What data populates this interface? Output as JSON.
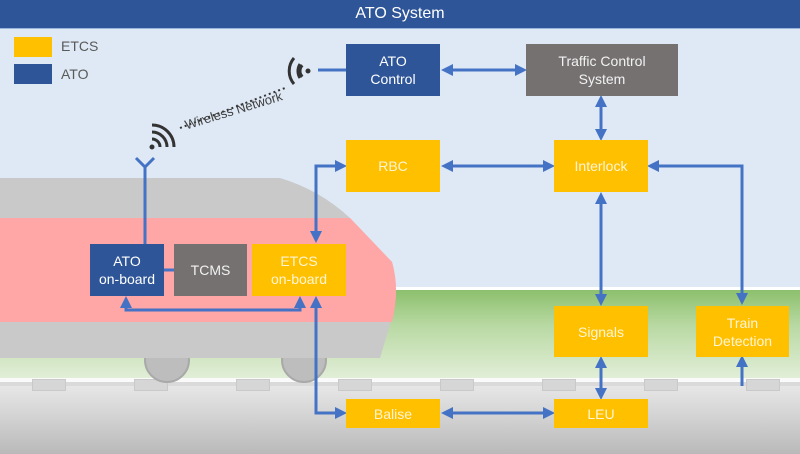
{
  "title": "ATO System",
  "legend": [
    {
      "label": "ETCS",
      "color": "#ffc000"
    },
    {
      "label": "ATO",
      "color": "#2e5597"
    }
  ],
  "wireless_label": "Wireless Network",
  "nodes": {
    "ato_control": {
      "label": "ATO\nControl",
      "category": "ATO"
    },
    "traffic_control": {
      "label": "Traffic Control\nSystem",
      "category": "other"
    },
    "rbc": {
      "label": "RBC",
      "category": "ETCS"
    },
    "interlock": {
      "label": "Interlock",
      "category": "ETCS"
    },
    "ato_onboard": {
      "label": "ATO\non-board",
      "category": "ATO"
    },
    "tcms": {
      "label": "TCMS",
      "category": "other"
    },
    "etcs_onboard": {
      "label": "ETCS\non-board",
      "category": "ETCS"
    },
    "signals": {
      "label": "Signals",
      "category": "ETCS"
    },
    "train_detection": {
      "label": "Train\nDetection",
      "category": "ETCS"
    },
    "balise": {
      "label": "Balise",
      "category": "ETCS"
    },
    "leu": {
      "label": "LEU",
      "category": "ETCS"
    }
  },
  "edges": [
    {
      "from": "ato_control",
      "to": "traffic_control",
      "type": "bidirectional"
    },
    {
      "from": "traffic_control",
      "to": "interlock",
      "type": "bidirectional"
    },
    {
      "from": "rbc",
      "to": "interlock",
      "type": "bidirectional"
    },
    {
      "from": "etcs_onboard",
      "to": "rbc",
      "type": "bidirectional"
    },
    {
      "from": "train_detection",
      "to": "interlock",
      "type": "bidirectional"
    },
    {
      "from": "interlock",
      "to": "signals",
      "type": "bidirectional"
    },
    {
      "from": "signals",
      "to": "leu",
      "type": "bidirectional"
    },
    {
      "from": "balise",
      "to": "leu",
      "type": "bidirectional"
    },
    {
      "from": "etcs_onboard",
      "to": "balise",
      "type": "bidirectional"
    },
    {
      "from": "ato_onboard",
      "to": "etcs_onboard",
      "type": "bidirectional"
    },
    {
      "from": "ato_onboard",
      "to": "tcms",
      "type": "line"
    },
    {
      "from": "ato_onboard",
      "to": "ato_control",
      "type": "wireless"
    }
  ],
  "colors": {
    "etcs": "#ffc000",
    "ato": "#2e5597",
    "other": "#767171",
    "connector": "#4472c4"
  }
}
